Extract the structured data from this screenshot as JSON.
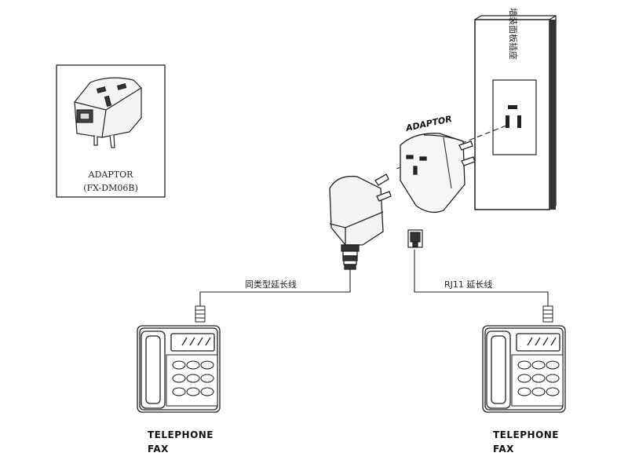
{
  "inset": {
    "name": "ADAPTOR",
    "model": "(FX-DM06B)"
  },
  "wall_panel": {
    "label": "墙装面板插座"
  },
  "adaptor_label": "ADAPTOR",
  "cables": {
    "same_type": "同类型延长线",
    "rj11": "RJ11 延长线"
  },
  "devices": [
    {
      "line1": "TELEPHONE",
      "line2": "FAX"
    },
    {
      "line1": "TELEPHONE",
      "line2": "FAX"
    }
  ]
}
